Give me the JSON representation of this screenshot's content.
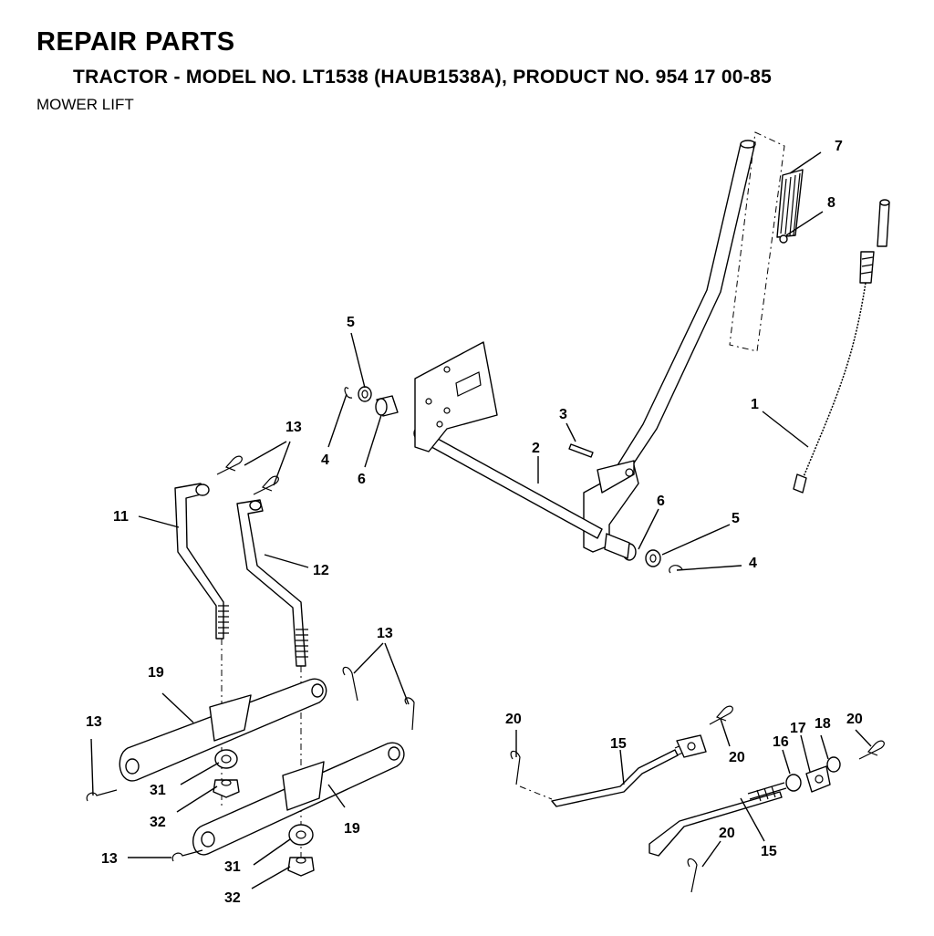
{
  "header": {
    "title": "REPAIR PARTS",
    "subtitle": "TRACTOR - MODEL NO. LT1538 (HAUB1538A), PRODUCT NO. 954 17 00-85",
    "section": "MOWER LIFT"
  },
  "callouts": {
    "c1": "1",
    "c2": "2",
    "c3": "3",
    "c4a": "4",
    "c4b": "4",
    "c5a": "5",
    "c5b": "5",
    "c6a": "6",
    "c6b": "6",
    "c7": "7",
    "c8": "8",
    "c11": "11",
    "c12": "12",
    "c13a": "13",
    "c13b": "13",
    "c13c": "13",
    "c13d": "13",
    "c15a": "15",
    "c15b": "15",
    "c16": "16",
    "c17": "17",
    "c18": "18",
    "c19a": "19",
    "c19b": "19",
    "c20a": "20",
    "c20b": "20",
    "c20c": "20",
    "c20d": "20",
    "c31a": "31",
    "c31b": "31",
    "c32a": "32",
    "c32b": "32"
  }
}
